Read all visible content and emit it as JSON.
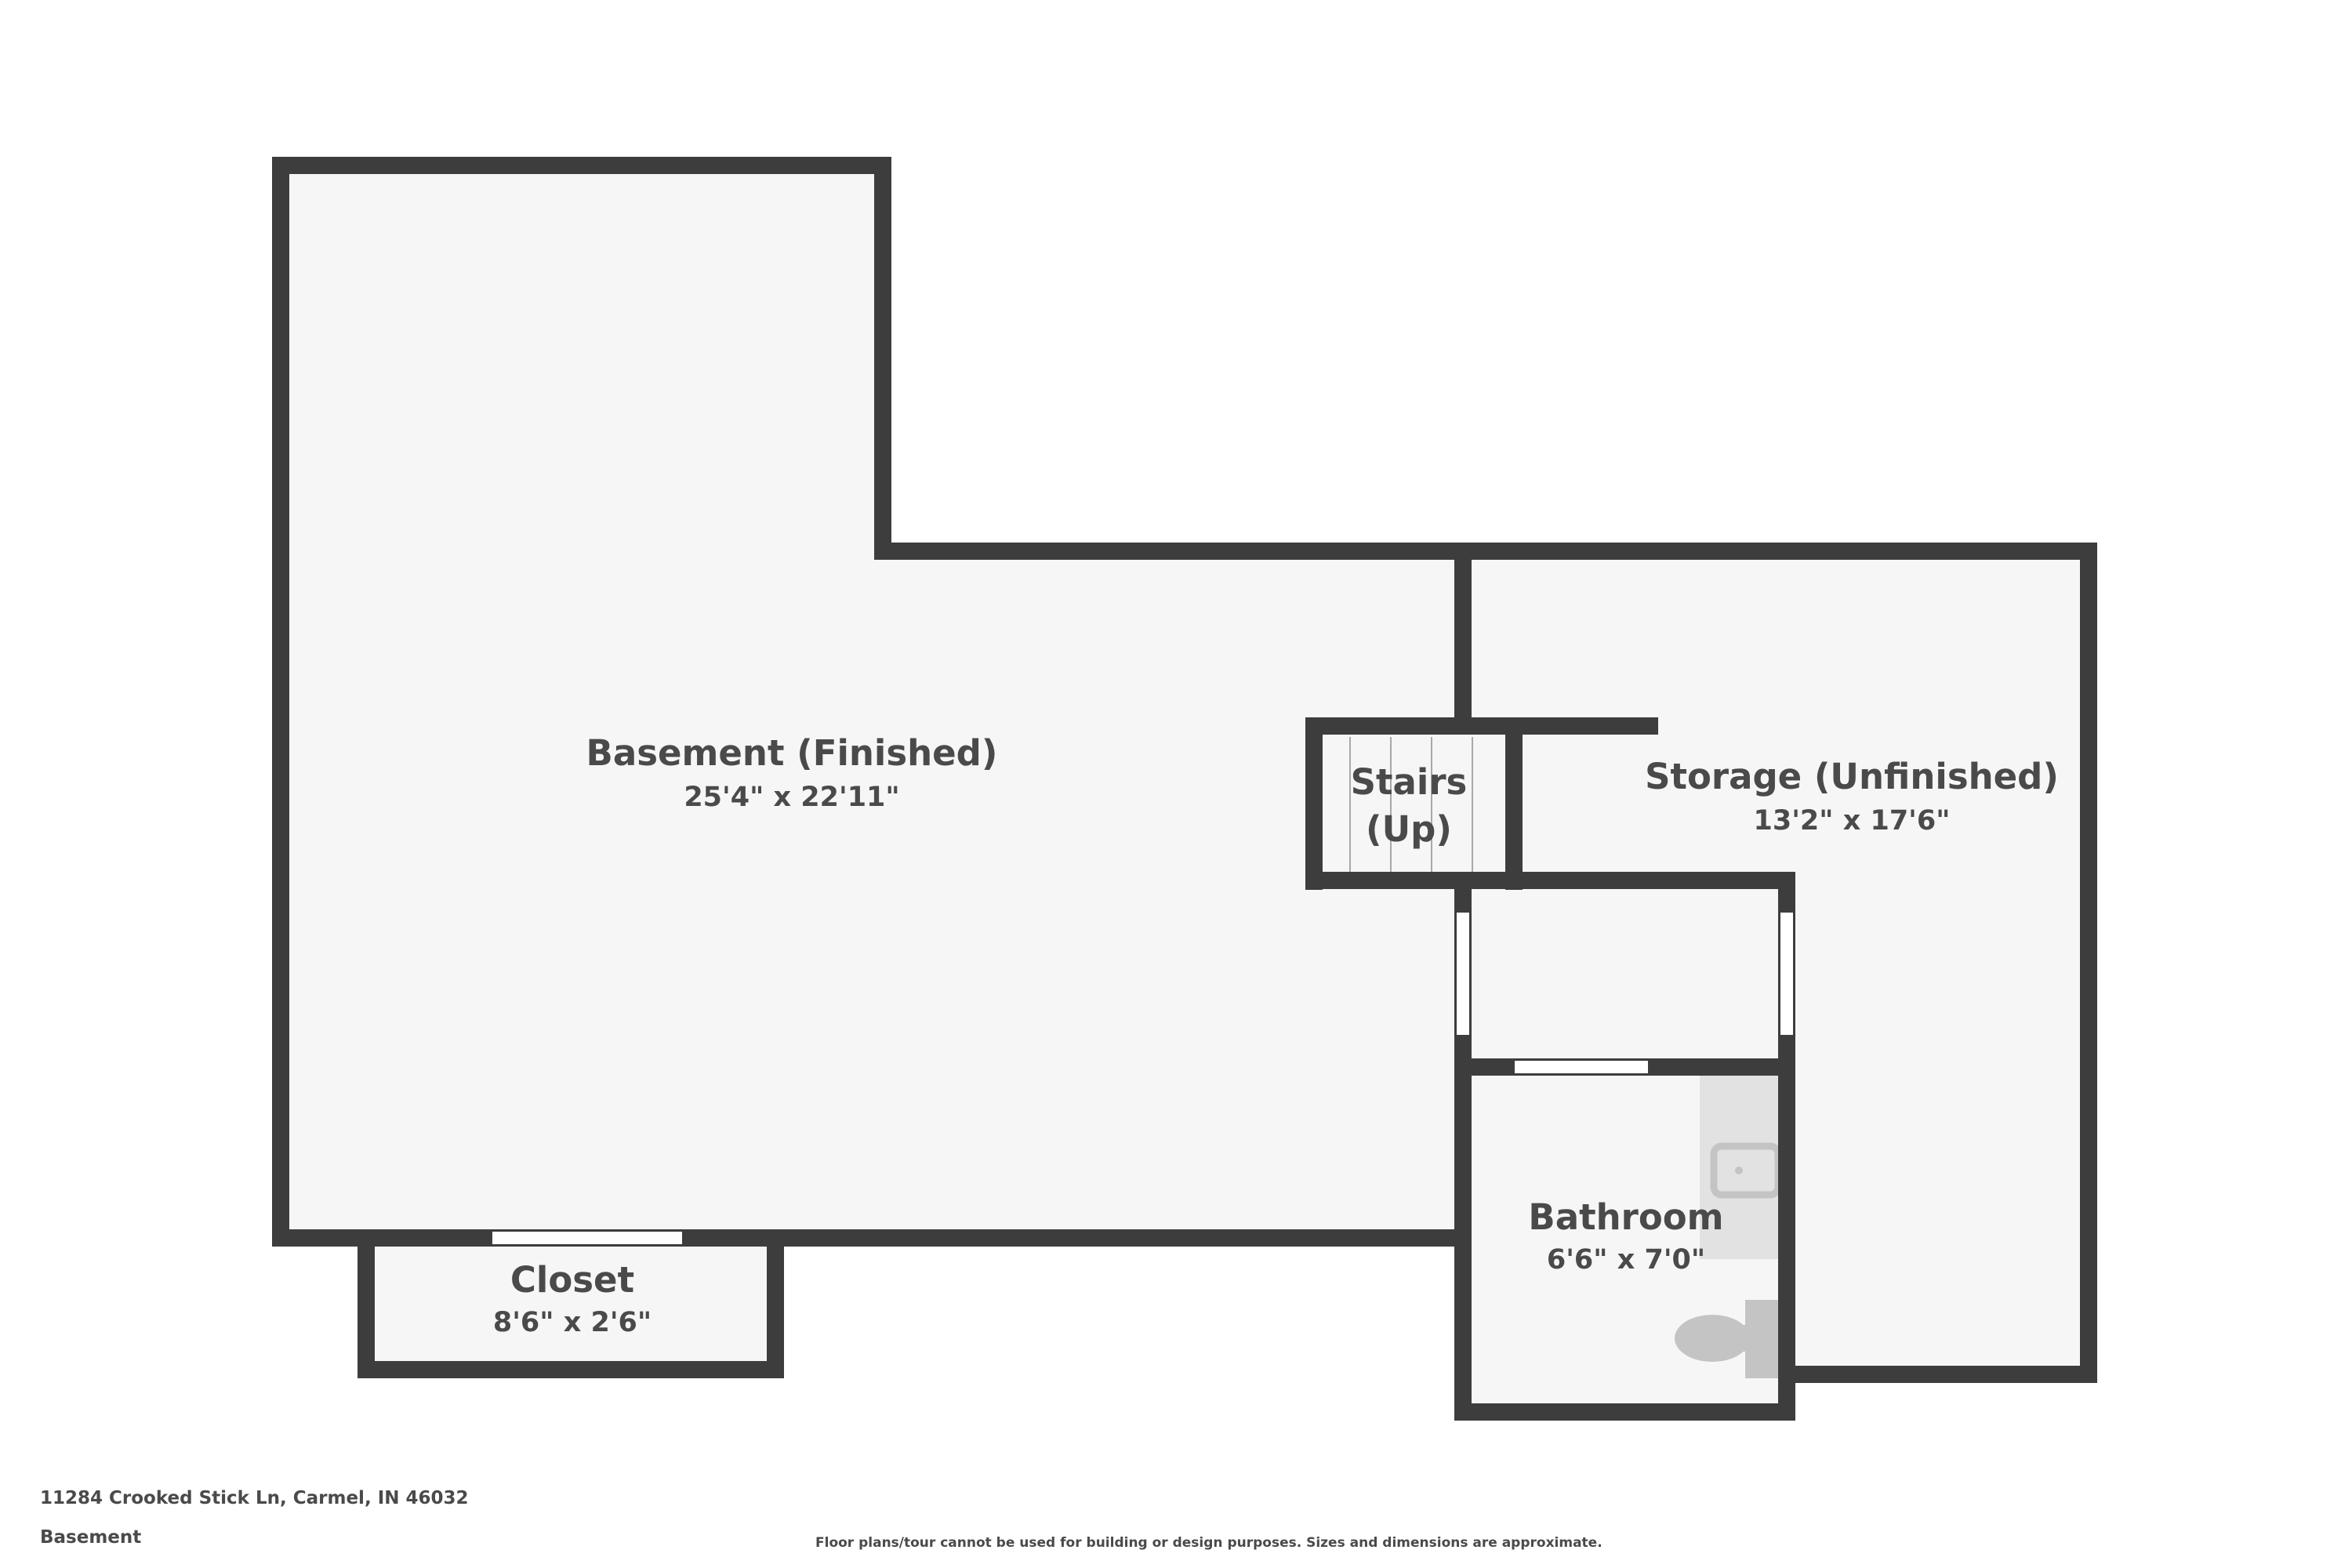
{
  "rooms": {
    "basement": {
      "name": "Basement (Finished)",
      "dimensions": "25'4\" x 22'11\""
    },
    "storage": {
      "name": "Storage (Unfinished)",
      "dimensions": "13'2\" x 17'6\""
    },
    "stairs": {
      "name_line1": "Stairs",
      "name_line2": "(Up)"
    },
    "bathroom": {
      "name": "Bathroom",
      "dimensions": "6'6\" x 7'0\""
    },
    "closet": {
      "name": "Closet",
      "dimensions": "8'6\" x 2'6\""
    }
  },
  "footer": {
    "address": "11284 Crooked Stick Ln, Carmel, IN 46032",
    "floor": "Basement",
    "disclaimer": "Floor plans/tour cannot be used for building or design purposes. Sizes and dimensions are approximate."
  },
  "colors": {
    "wall": "#3d3d3d",
    "floor": "#f6f6f6",
    "label": "#4a4a4a"
  }
}
